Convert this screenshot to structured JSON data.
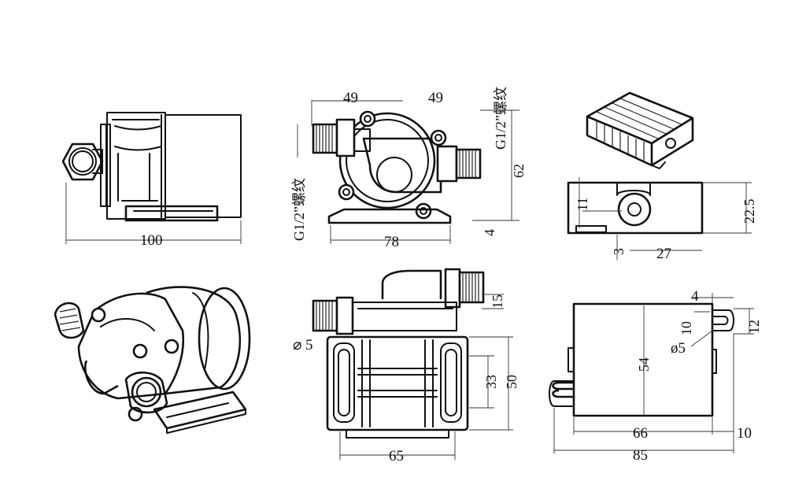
{
  "views": {
    "side_view": {
      "labels": {
        "length": "100"
      }
    },
    "front_view": {
      "labels": {
        "top_left_width": "49",
        "top_right_width": "49",
        "right_thread": "G1/2”螺纹",
        "height": "62",
        "left_thread": "G1/2”螺纹",
        "base_thickness": "4",
        "width": "78"
      }
    },
    "controller_view": {
      "labels": {
        "height_upper": "11",
        "total_height": "22.5",
        "base_offset": "3",
        "width": "27"
      }
    },
    "bottom_view": {
      "labels": {
        "hole_diameter": "5",
        "outlet_height": "15",
        "slot_spacing": "33",
        "depth": "50",
        "width": "65"
      }
    },
    "plate_view": {
      "labels": {
        "slot_offset": "4",
        "slot_depth": "10",
        "slot_width": "12",
        "hole": "ø5",
        "height": "54",
        "width": "66",
        "total_width": "85",
        "tab_length": "10"
      }
    }
  }
}
